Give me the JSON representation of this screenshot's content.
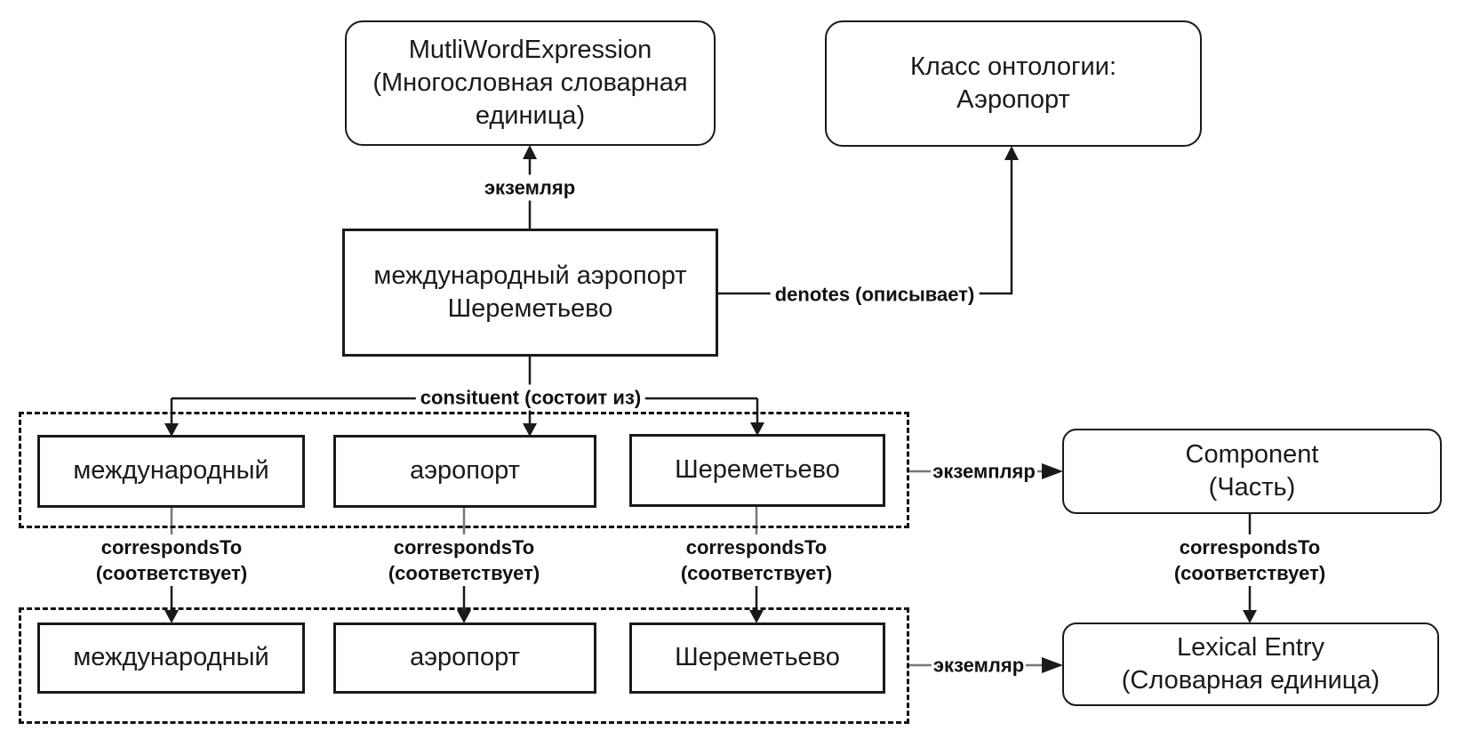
{
  "diagram": {
    "colors": {
      "background": "#ffffff",
      "stroke": "#1a1a1a",
      "stub_gray": "#777777"
    },
    "nodes": {
      "mwe_class": {
        "line1": "MutliWordExpression",
        "line2": "(Многословная словарная",
        "line3": "единица)"
      },
      "ontology_class": {
        "line1": "Класс онтологии:",
        "line2": "Аэропорт"
      },
      "mwe_instance": {
        "line1": "международный аэропорт",
        "line2": "Шереметьево"
      },
      "components_row": [
        "международный",
        "аэропорт",
        "Шереметьево"
      ],
      "lexical_row": [
        "международный",
        "аэропорт",
        "Шереметьево"
      ],
      "component_class": {
        "line1": "Component",
        "line2": "(Часть)"
      },
      "lexical_entry_class": {
        "line1": "Lexical Entry",
        "line2": "(Словарная единица)"
      }
    },
    "edge_labels": {
      "instance_up": "экземляр",
      "denotes": "denotes (описывает)",
      "constituent": "consituent (состоит из)",
      "corresponds_line1": "correspondsTo",
      "corresponds_line2": "(соответствует)",
      "instance_component": "экземпляр",
      "instance_lexical": "экземляр"
    }
  }
}
